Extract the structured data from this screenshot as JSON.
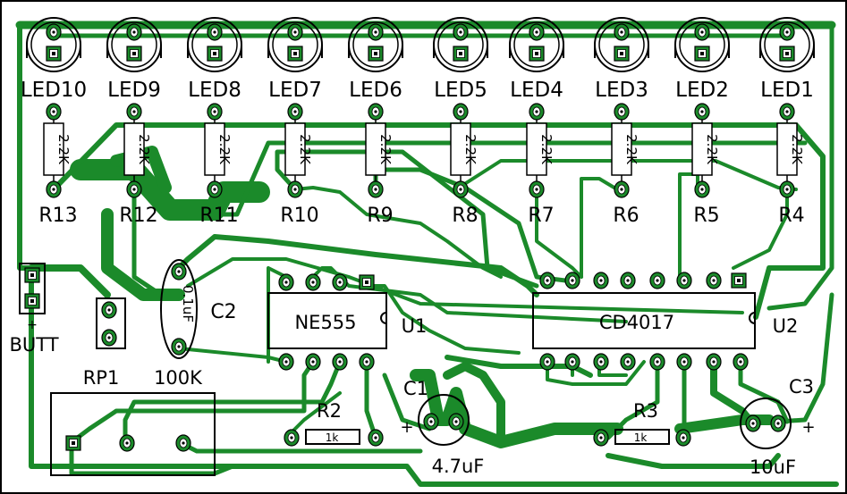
{
  "colors": {
    "trace": "#1b8a2a",
    "background": "#ffffff",
    "silk": "#000000",
    "pad": "#ffffff"
  },
  "leds": [
    {
      "ref": "LED10"
    },
    {
      "ref": "LED9"
    },
    {
      "ref": "LED8"
    },
    {
      "ref": "LED7"
    },
    {
      "ref": "LED6"
    },
    {
      "ref": "LED5"
    },
    {
      "ref": "LED4"
    },
    {
      "ref": "LED3"
    },
    {
      "ref": "LED2"
    },
    {
      "ref": "LED1"
    }
  ],
  "resistors_top": [
    {
      "ref": "R13",
      "value": "2.2K"
    },
    {
      "ref": "R12",
      "value": "2.2K"
    },
    {
      "ref": "R11",
      "value": "2.2K"
    },
    {
      "ref": "R10",
      "value": "2.2K"
    },
    {
      "ref": "R9",
      "value": "2.2K"
    },
    {
      "ref": "R8",
      "value": "2.2K"
    },
    {
      "ref": "R7",
      "value": "2.2K"
    },
    {
      "ref": "R6",
      "value": "2.2K"
    },
    {
      "ref": "R5",
      "value": "2.2K"
    },
    {
      "ref": "R4",
      "value": "2.2K"
    }
  ],
  "components": {
    "butt": "BUTT",
    "c2": {
      "ref": "C2",
      "value": "0.1uF"
    },
    "u1": {
      "ref": "U1",
      "part": "NE555"
    },
    "u2": {
      "ref": "U2",
      "part": "CD4017"
    },
    "rp1": {
      "ref": "RP1",
      "value": "100K"
    },
    "r2": {
      "ref": "R2",
      "value": "1k"
    },
    "r3": {
      "ref": "R3",
      "value": "1k"
    },
    "c1": {
      "ref": "C1",
      "value": "4.7uF"
    },
    "c3": {
      "ref": "C3",
      "value": "10uF"
    }
  }
}
